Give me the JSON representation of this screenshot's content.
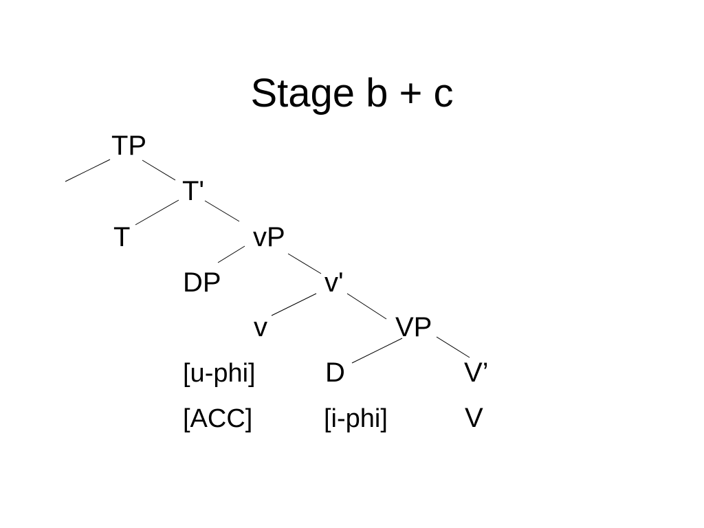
{
  "slide": {
    "title": "Stage b + c"
  },
  "tree": {
    "nodes": {
      "tp": "TP",
      "t_bar": "T'",
      "t": "T",
      "vp_little": "vP",
      "dp": "DP",
      "v_bar": "v'",
      "v": "v",
      "vp_big": "VP",
      "u_phi": "[u-phi]",
      "d": "D",
      "v_big_bar": "V’",
      "acc": "[ACC]",
      "i_phi": "[i-phi]",
      "v_big": "V"
    }
  },
  "colors": {
    "background": "#ffffff",
    "text": "#000000"
  }
}
